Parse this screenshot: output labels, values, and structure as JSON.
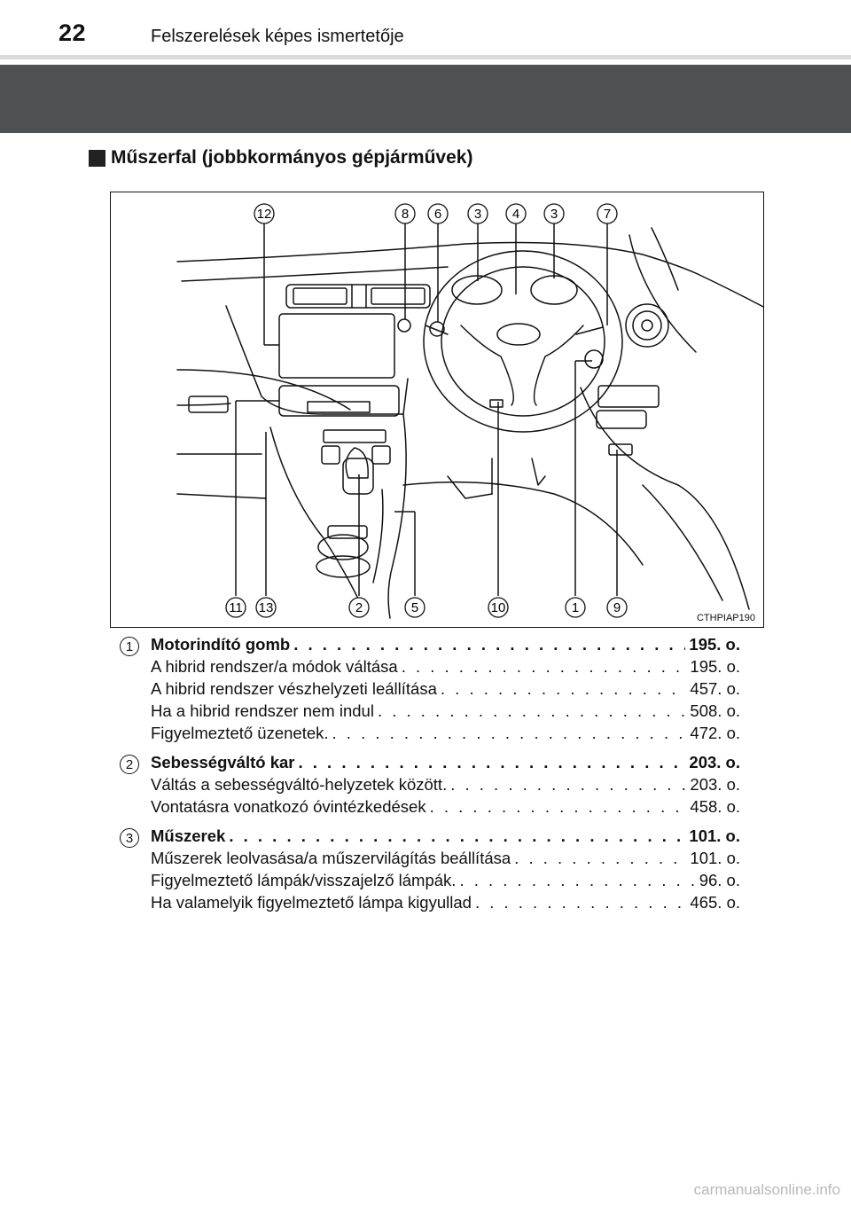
{
  "header": {
    "page_number": "22",
    "title": "Felszerelések képes ismertetője"
  },
  "section_title": "Műszerfal (jobbkormányos gépjárművek)",
  "figure": {
    "code": "CTHPIAP190",
    "callouts_top": [
      "12",
      "8",
      "6",
      "3",
      "4",
      "3",
      "7"
    ],
    "callouts_bottom": [
      "11",
      "13",
      "2",
      "5",
      "10",
      "1",
      "9"
    ]
  },
  "entries": [
    {
      "num": "1",
      "title": "Motorindító gomb",
      "page": "195. o.",
      "subs": [
        {
          "label": "A hibrid rendszer/a módok váltása",
          "page": "195. o."
        },
        {
          "label": "A hibrid rendszer vészhelyzeti leállítása",
          "page": "457. o."
        },
        {
          "label": "Ha a hibrid rendszer nem indul",
          "page": "508. o."
        },
        {
          "label": "Figyelmeztető üzenetek.",
          "page": "472. o."
        }
      ]
    },
    {
      "num": "2",
      "title": "Sebességváltó kar",
      "page": "203. o.",
      "subs": [
        {
          "label": "Váltás a sebességváltó-helyzetek között.",
          "page": "203. o."
        },
        {
          "label": "Vontatásra vonatkozó óvintézkedések",
          "page": "458. o."
        }
      ]
    },
    {
      "num": "3",
      "title": "Műszerek",
      "page": "101. o.",
      "subs": [
        {
          "label": "Műszerek leolvasása/a műszervilágítás beállítása",
          "page": "101. o."
        },
        {
          "label": "Figyelmeztető lámpák/visszajelző lámpák.",
          "page": "96. o."
        },
        {
          "label": "Ha valamelyik figyelmeztető lámpa kigyullad",
          "page": "465. o."
        }
      ]
    }
  ],
  "watermark": "carmanualsonline.info"
}
